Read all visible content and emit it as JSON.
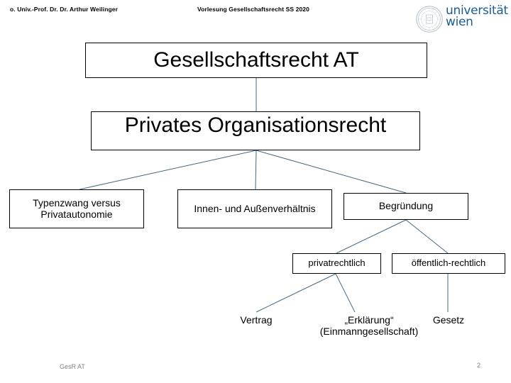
{
  "header": {
    "author": "o. Univ.-Prof. Dr. Dr. Arthur Weilinger",
    "course": "Vorlesung Gesellschaftsrecht SS 2020"
  },
  "logo": {
    "line1": "universität",
    "line2": "wien",
    "seal_name": "university-seal-emblem",
    "color": "#1d5c8f"
  },
  "diagram": {
    "title": "Gesellschaftsrecht AT",
    "level2": "Privates Organisationsrecht",
    "level3": {
      "left": "Typenzwang versus Privatautonomie",
      "middle": "Innen- und Außenverhältnis",
      "right": "Begründung"
    },
    "level4": {
      "left": "privatrechtlich",
      "right": "öffentlich-rechtlich"
    },
    "level5": {
      "vertrag": "Vertrag",
      "erklaerung_line1": "„Erklärung“",
      "erklaerung_line2": "(Einmanngesellschaft)",
      "gesetz": "Gesetz"
    },
    "connector_color": "#44687e"
  },
  "footer": {
    "label": "GesR AT",
    "page_number": "2"
  }
}
